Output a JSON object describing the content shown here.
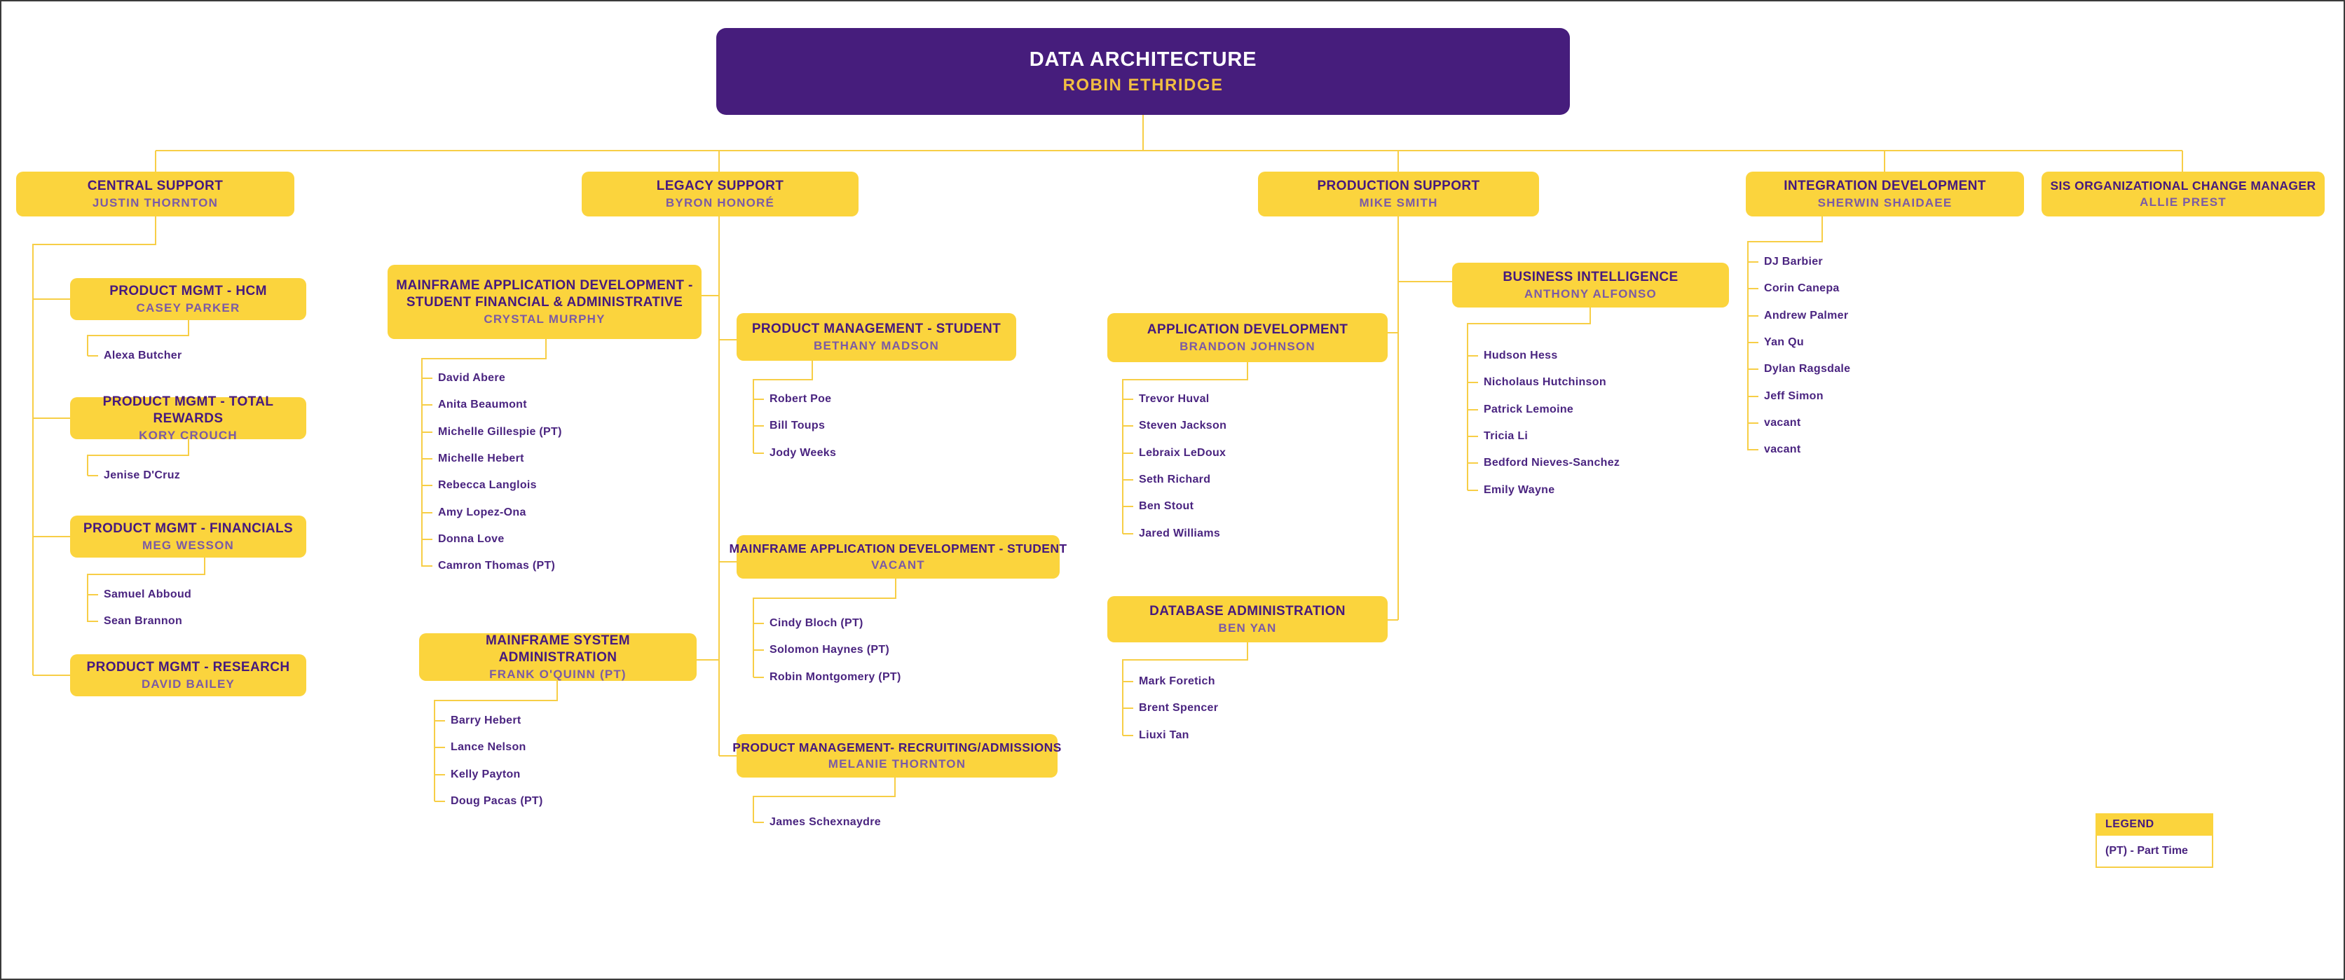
{
  "colors": {
    "purple": "#461D7C",
    "gold": "#FBD43D",
    "title_text": "#46197E",
    "subtitle_text": "#7B5AA6",
    "name_text": "#4A2480",
    "connector": "#F7CE46"
  },
  "root": {
    "title": "DATA ARCHITECTURE",
    "manager": "ROBIN ETHRIDGE"
  },
  "departments": {
    "central": {
      "title": "CENTRAL SUPPORT",
      "manager": "JUSTIN THORNTON"
    },
    "legacy": {
      "title": "LEGACY SUPPORT",
      "manager": "BYRON HONORÉ"
    },
    "production": {
      "title": "PRODUCTION SUPPORT",
      "manager": "MIKE SMITH"
    },
    "integration": {
      "title": "INTEGRATION DEVELOPMENT",
      "manager": "SHERWIN SHAIDAEE",
      "staff": [
        "DJ Barbier",
        "Corin Canepa",
        "Andrew Palmer",
        "Yan Qu",
        "Dylan Ragsdale",
        "Jeff Simon",
        "vacant",
        "vacant"
      ]
    },
    "sis": {
      "title": "SIS ORGANIZATIONAL CHANGE MANAGER",
      "manager": "ALLIE PREST"
    }
  },
  "teams": {
    "hcm": {
      "title": "PRODUCT MGMT - HCM",
      "manager": "CASEY PARKER",
      "staff": [
        "Alexa Butcher"
      ]
    },
    "total_rewards": {
      "title": "PRODUCT MGMT - TOTAL REWARDS",
      "manager": "KORY CROUCH",
      "staff": [
        "Jenise D'Cruz"
      ]
    },
    "financials": {
      "title": "PRODUCT MGMT - FINANCIALS",
      "manager": "MEG WESSON",
      "staff": [
        "Samuel Abboud",
        "Sean Brannon"
      ]
    },
    "research": {
      "title": "PRODUCT MGMT - RESEARCH",
      "manager": "DAVID BAILEY",
      "staff": []
    },
    "mainframe_sfa": {
      "title": "MAINFRAME APPLICATION  DEVELOPMENT - STUDENT FINANCIAL & ADMINISTRATIVE",
      "manager": "CRYSTAL MURPHY",
      "staff": [
        "David Abere",
        "Anita Beaumont",
        "Michelle Gillespie (PT)",
        "Michelle Hebert",
        "Rebecca Langlois",
        "Amy Lopez-Ona",
        "Donna Love",
        "Camron Thomas (PT)"
      ]
    },
    "mainframe_sysadmin": {
      "title": "MAINFRAME SYSTEM ADMINISTRATION",
      "manager": "FRANK O'QUINN (PT)",
      "staff": [
        "Barry Hebert",
        "Lance Nelson",
        "Kelly Payton",
        "Doug Pacas (PT)"
      ]
    },
    "pm_student": {
      "title": "PRODUCT MANAGEMENT - STUDENT",
      "manager": "BETHANY MADSON",
      "staff": [
        "Robert Poe",
        "Bill Toups",
        "Jody Weeks"
      ]
    },
    "mainframe_student": {
      "title": "MAINFRAME APPLICATION DEVELOPMENT - STUDENT",
      "manager": "VACANT",
      "staff": [
        "Cindy Bloch (PT)",
        "Solomon Haynes (PT)",
        "Robin Montgomery (PT)"
      ]
    },
    "pm_recruiting": {
      "title": "PRODUCT MANAGEMENT- RECRUITING/ADMISSIONS",
      "manager": "MELANIE THORNTON",
      "staff": [
        "James Schexnaydre"
      ]
    },
    "bi": {
      "title": "BUSINESS INTELLIGENCE",
      "manager": "ANTHONY ALFONSO",
      "staff": [
        "Hudson Hess",
        "Nicholaus Hutchinson",
        "Patrick Lemoine",
        "Tricia Li",
        "Bedford Nieves-Sanchez",
        "Emily Wayne"
      ]
    },
    "app_dev": {
      "title": "APPLICATION DEVELOPMENT",
      "manager": "BRANDON JOHNSON",
      "staff": [
        "Trevor Huval",
        "Steven Jackson",
        "Lebraix LeDoux",
        "Seth Richard",
        "Ben Stout",
        "Jared Williams"
      ]
    },
    "dba": {
      "title": "DATABASE ADMINISTRATION",
      "manager": "BEN YAN",
      "staff": [
        "Mark Foretich",
        "Brent Spencer",
        "Liuxi Tan"
      ]
    }
  },
  "legend": {
    "title": "LEGEND",
    "note": "(PT) - Part Time"
  }
}
